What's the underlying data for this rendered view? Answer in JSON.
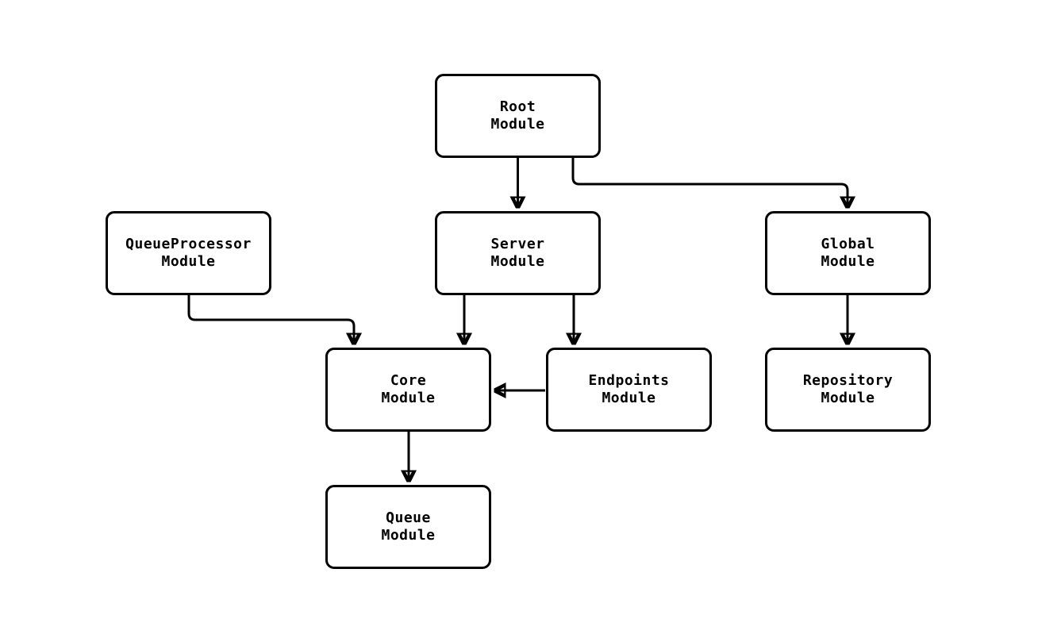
{
  "diagram": {
    "type": "flowchart",
    "background_color": "#ffffff",
    "node_fill_color": "#ffffff",
    "stroke_color": "#000000",
    "nodes": {
      "root": {
        "label": "Root\nModule"
      },
      "server": {
        "label": "Server\nModule"
      },
      "queueprocessor": {
        "label": "QueueProcessor\nModule"
      },
      "global": {
        "label": "Global\nModule"
      },
      "core": {
        "label": "Core\nModule"
      },
      "endpoints": {
        "label": "Endpoints\nModule"
      },
      "repository": {
        "label": "Repository\nModule"
      },
      "queue": {
        "label": "Queue\nModule"
      }
    },
    "edges": [
      {
        "from": "Root Module",
        "to": "Server Module"
      },
      {
        "from": "Root Module",
        "to": "Global Module"
      },
      {
        "from": "QueueProcessor Module",
        "to": "Core Module"
      },
      {
        "from": "Server Module",
        "to": "Core Module"
      },
      {
        "from": "Server Module",
        "to": "Endpoints Module"
      },
      {
        "from": "Endpoints Module",
        "to": "Core Module"
      },
      {
        "from": "Core Module",
        "to": "Queue Module"
      },
      {
        "from": "Global Module",
        "to": "Repository Module"
      }
    ]
  }
}
